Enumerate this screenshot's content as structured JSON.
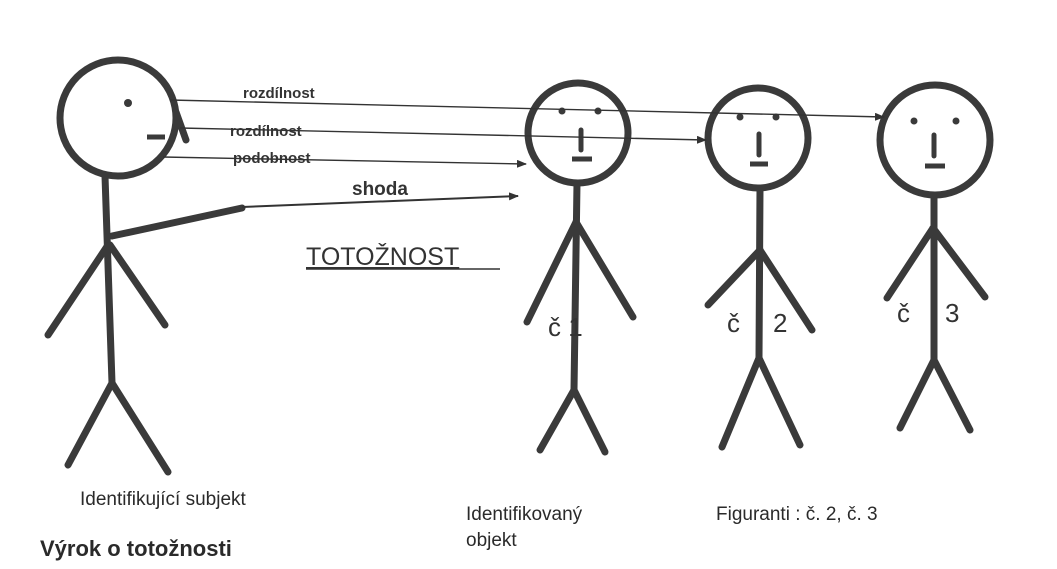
{
  "arrows": {
    "top": "rozdílnost",
    "second": "rozdílnost",
    "third": "podobnost",
    "fourth": "shoda"
  },
  "heading": "TOTOŽNOST",
  "figures": {
    "fig1": "č 1",
    "fig2": "č",
    "fig2_num": "2",
    "fig3": "č",
    "fig3_num": "3"
  },
  "captions": {
    "subject": "Identifikující subjekt",
    "statement": "Výrok o totožnosti",
    "object_line1": "Identifikovaný",
    "object_line2": "objekt",
    "figurants": "Figuranti :  č. 2, č. 3"
  }
}
